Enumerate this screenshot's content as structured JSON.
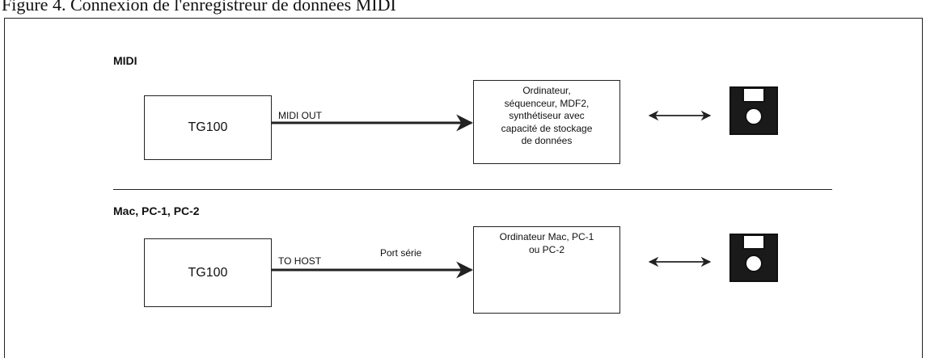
{
  "figure": {
    "caption": "Figure 4. Connexion de l'enregistreur de données MIDI"
  },
  "sections": [
    {
      "title": "MIDI",
      "device": "TG100",
      "connection_label": "MIDI OUT",
      "port_label": "",
      "target_lines": [
        "Ordinateur,",
        "séquenceur, MDF2,",
        "synthétiseur avec",
        "capacité de stockage",
        "de données"
      ],
      "storage_icon": "floppy-disk-icon"
    },
    {
      "title": "Mac, PC-1, PC-2",
      "device": "TG100",
      "connection_label": "TO HOST",
      "port_label": "Port série",
      "target_lines": [
        "Ordinateur Mac, PC-1",
        "ou PC-2"
      ],
      "storage_icon": "floppy-disk-icon"
    }
  ],
  "colors": {
    "ink": "#222222",
    "floppy": "#111111"
  }
}
